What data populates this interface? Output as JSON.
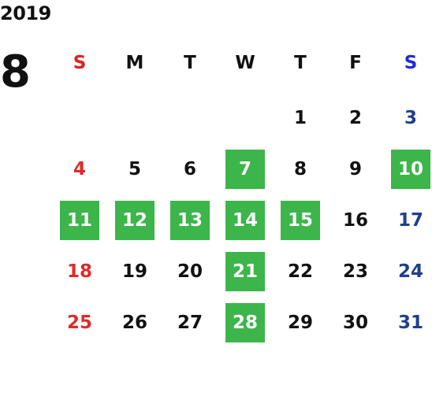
{
  "calendar": {
    "year": "2019",
    "month": "8",
    "weekdays": [
      "S",
      "M",
      "T",
      "W",
      "T",
      "F",
      "S"
    ],
    "weeks": [
      [
        null,
        null,
        null,
        null,
        1,
        2,
        3
      ],
      [
        4,
        5,
        6,
        7,
        8,
        9,
        10
      ],
      [
        11,
        12,
        13,
        14,
        15,
        16,
        17
      ],
      [
        18,
        19,
        20,
        21,
        22,
        23,
        24
      ],
      [
        25,
        26,
        27,
        28,
        29,
        30,
        31
      ]
    ],
    "highlighted_days": [
      7,
      10,
      11,
      12,
      13,
      14,
      15,
      21,
      28
    ]
  },
  "colors": {
    "text": "#111111",
    "sunday_header": "#e02020",
    "saturday_header": "#1f2bd6",
    "sunday_date": "#e02a2a",
    "saturday_date": "#1f3f8f",
    "highlight_bg": "#3cb54a",
    "highlight_text": "#ffffff"
  }
}
